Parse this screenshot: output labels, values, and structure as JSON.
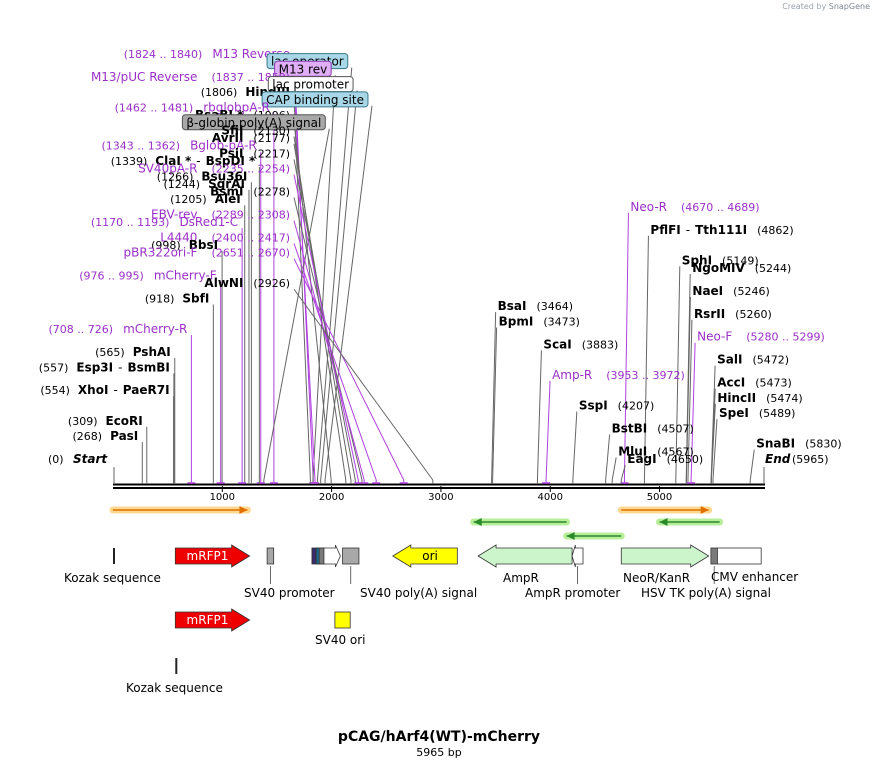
{
  "credit": {
    "prefix": "Created by",
    "brand": "SnapGene"
  },
  "title": "pCAG/hArf4(WT)-mCherry",
  "subtitle": "5965 bp",
  "ruler": {
    "total": 5965,
    "ticks": [
      1000,
      2000,
      3000,
      4000,
      5000
    ],
    "start_label": "Start",
    "start_pos": "(0)",
    "end_label": "End",
    "end_pos": "(5965)"
  },
  "colors": {
    "enzyme": "#000000",
    "primer": "#9b30c8",
    "leader_gray": "#666666",
    "leader_primer": "#b040e0",
    "feature_red": "#ee0000",
    "feature_yellow": "#ffff00",
    "feature_green": "#ccf5cc",
    "feature_gray": "#a8a8a8",
    "lac_blue": "#a8d8e8",
    "orf_orange": "#e07000",
    "orf_green": "#2a8a2a"
  },
  "annotations": [
    {
      "type": "primer",
      "name": "M13 Reverse",
      "range": "(1824 .. 1840)",
      "site": 1832,
      "order": "range-first"
    },
    {
      "type": "box_blue",
      "name": "lac operator",
      "site": 1870
    },
    {
      "type": "box_purple",
      "name": "M13 rev",
      "site": 1829
    },
    {
      "type": "primer",
      "name": "M13/pUC Reverse",
      "range": "(1837 .. 1859)",
      "site": 1848,
      "order": "name-first"
    },
    {
      "type": "box_white",
      "name": "lac promoter",
      "site": 1900
    },
    {
      "type": "enzyme",
      "name": "HindIII",
      "pos": "(1806)",
      "site": 1806,
      "order": "pos-first"
    },
    {
      "type": "box_blue",
      "name": "CAP binding site",
      "site": 1940
    },
    {
      "type": "primer",
      "name": "rbglobpA-R",
      "range": "(1462 .. 1481)",
      "site": 1472,
      "order": "range-first"
    },
    {
      "type": "enzyme",
      "name": "BsaBI",
      "star": true,
      "pos": "(1996)",
      "site": 1996,
      "order": "name-first"
    },
    {
      "type": "box_gray",
      "name": "β-globin poly(A) signal",
      "site": 1380
    },
    {
      "type": "enzyme",
      "name": "SfiI",
      "pos": "(2130)",
      "site": 2130,
      "order": "name-first"
    },
    {
      "type": "enzyme",
      "name": "AvrII",
      "pos": "(2177)",
      "site": 2177,
      "order": "name-first"
    },
    {
      "type": "primer",
      "name": "Bglob-pA-R",
      "range": "(1343 .. 1362)",
      "site": 1352,
      "order": "range-first"
    },
    {
      "type": "enzyme",
      "name": "PsiI",
      "pos": "(2217)",
      "site": 2217,
      "order": "name-first"
    },
    {
      "type": "enzyme_pair",
      "name": "ClaI",
      "star": true,
      "name2": "BspDI",
      "star2": true,
      "pos": "(1339)",
      "site": 1339,
      "order": "pos-first"
    },
    {
      "type": "primer",
      "name": "SV40pA-R",
      "range": "(2235 .. 2254)",
      "site": 2244,
      "order": "name-first"
    },
    {
      "type": "enzyme",
      "name": "Bsu36I",
      "pos": "(1266)",
      "site": 1266,
      "order": "pos-first"
    },
    {
      "type": "enzyme",
      "name": "SgrAI",
      "pos": "(1244)",
      "site": 1244,
      "order": "pos-first"
    },
    {
      "type": "enzyme",
      "name": "BsmI",
      "pos": "(2278)",
      "site": 2278,
      "order": "name-first"
    },
    {
      "type": "enzyme",
      "name": "AleI",
      "pos": "(1205)",
      "site": 1205,
      "order": "pos-first"
    },
    {
      "type": "primer",
      "name": "Neo-R",
      "range": "(4670 .. 4689)",
      "site": 4679,
      "order": "name-first"
    },
    {
      "type": "primer",
      "name": "EBV-rev",
      "range": "(2289 .. 2308)",
      "site": 2298,
      "order": "name-first"
    },
    {
      "type": "primer",
      "name": "DsRed1-C",
      "range": "(1170 .. 1193)",
      "site": 1181,
      "order": "range-first"
    },
    {
      "type": "enzyme_pair",
      "name": "PflFI",
      "name2": "Tth111I",
      "pos": "(4862)",
      "site": 4862,
      "order": "name-first"
    },
    {
      "type": "primer",
      "name": "L4440",
      "range": "(2400 .. 2417)",
      "site": 2408,
      "order": "name-first"
    },
    {
      "type": "enzyme",
      "name": "BbsI",
      "pos": "(998)",
      "site": 998,
      "order": "pos-first"
    },
    {
      "type": "primer",
      "name": "pBR322ori-F",
      "range": "(2651 .. 2670)",
      "site": 2660,
      "order": "name-first"
    },
    {
      "type": "enzyme",
      "name": "SphI",
      "pos": "(5149)",
      "site": 5149,
      "order": "name-first"
    },
    {
      "type": "enzyme",
      "name": "NgoMIV",
      "pos": "(5244)",
      "site": 5244,
      "order": "name-first"
    },
    {
      "type": "primer",
      "name": "mCherry-F",
      "range": "(976 .. 995)",
      "site": 985,
      "order": "range-first"
    },
    {
      "type": "enzyme",
      "name": "AlwNI",
      "pos": "(2926)",
      "site": 2926,
      "order": "name-first"
    },
    {
      "type": "enzyme",
      "name": "NaeI",
      "pos": "(5246)",
      "site": 5246,
      "order": "name-first"
    },
    {
      "type": "enzyme",
      "name": "SbfI",
      "pos": "(918)",
      "site": 918,
      "order": "pos-first"
    },
    {
      "type": "enzyme",
      "name": "BsaI",
      "pos": "(3464)",
      "site": 3464,
      "order": "name-first"
    },
    {
      "type": "enzyme",
      "name": "RsrII",
      "pos": "(5260)",
      "site": 5260,
      "order": "name-first"
    },
    {
      "type": "enzyme",
      "name": "BpmI",
      "pos": "(3473)",
      "site": 3473,
      "order": "name-first"
    },
    {
      "type": "primer",
      "name": "mCherry-R",
      "range": "(708 .. 726)",
      "site": 717,
      "order": "range-first"
    },
    {
      "type": "primer",
      "name": "Neo-F",
      "range": "(5280 .. 5299)",
      "site": 5289,
      "order": "name-first"
    },
    {
      "type": "enzyme",
      "name": "ScaI",
      "pos": "(3883)",
      "site": 3883,
      "order": "name-first"
    },
    {
      "type": "enzyme",
      "name": "PshAI",
      "pos": "(565)",
      "site": 565,
      "order": "pos-first"
    },
    {
      "type": "enzyme",
      "name": "SalI",
      "pos": "(5472)",
      "site": 5472,
      "order": "name-first"
    },
    {
      "type": "enzyme_pair",
      "name": "Esp3I",
      "name2": "BsmBI",
      "pos": "(557)",
      "site": 557,
      "order": "pos-first"
    },
    {
      "type": "primer",
      "name": "Amp-R",
      "range": "(3953 .. 3972)",
      "site": 3962,
      "order": "name-first"
    },
    {
      "type": "enzyme",
      "name": "AccI",
      "pos": "(5473)",
      "site": 5473,
      "order": "name-first"
    },
    {
      "type": "enzyme_pair",
      "name": "XhoI",
      "name2": "PaeR7I",
      "pos": "(554)",
      "site": 554,
      "order": "pos-first"
    },
    {
      "type": "enzyme",
      "name": "HincII",
      "pos": "(5474)",
      "site": 5474,
      "order": "name-first"
    },
    {
      "type": "enzyme",
      "name": "SspI",
      "pos": "(4207)",
      "site": 4207,
      "order": "name-first"
    },
    {
      "type": "enzyme",
      "name": "SpeI",
      "pos": "(5489)",
      "site": 5489,
      "order": "name-first"
    },
    {
      "type": "enzyme",
      "name": "EcoRI",
      "pos": "(309)",
      "site": 309,
      "order": "pos-first"
    },
    {
      "type": "enzyme",
      "name": "BstBI",
      "pos": "(4507)",
      "site": 4507,
      "order": "name-first"
    },
    {
      "type": "enzyme",
      "name": "PasI",
      "pos": "(268)",
      "site": 268,
      "order": "pos-first"
    },
    {
      "type": "enzyme",
      "name": "SnaBI",
      "pos": "(5830)",
      "site": 5830,
      "order": "name-first"
    },
    {
      "type": "enzyme",
      "name": "MluI",
      "pos": "(4567)",
      "site": 4567,
      "order": "name-first"
    },
    {
      "type": "enzyme",
      "name": "EagI",
      "pos": "(4650)",
      "site": 4650,
      "order": "name-first"
    }
  ],
  "orfs": [
    {
      "start": 0,
      "end": 1230,
      "direction": "forward",
      "color": "orange"
    },
    {
      "start": 3300,
      "end": 4150,
      "direction": "reverse",
      "color": "green"
    },
    {
      "start": 4150,
      "end": 4650,
      "direction": "reverse",
      "color": "green"
    },
    {
      "start": 4650,
      "end": 5450,
      "direction": "forward",
      "color": "orange"
    },
    {
      "start": 5000,
      "end": 5550,
      "direction": "reverse",
      "color": "green"
    }
  ],
  "features": [
    {
      "name": "mRFP1",
      "start": 570,
      "end": 1250,
      "lane": 1,
      "shape": "arrow-right",
      "color": "red",
      "label_inside": true
    },
    {
      "name": "Kozak sequence",
      "start": 0,
      "end": 12,
      "lane": 1,
      "shape": "tick",
      "label_below": true
    },
    {
      "name": "SV40 promoter",
      "start": 1410,
      "end": 1470,
      "lane": 1,
      "shape": "box",
      "color": "gray",
      "label_below": true
    },
    {
      "name": "",
      "start": 1820,
      "end": 1850,
      "lane": 1,
      "shape": "box",
      "color": "purple"
    },
    {
      "name": "",
      "start": 1858,
      "end": 1878,
      "lane": 1,
      "shape": "box",
      "color": "blue"
    },
    {
      "name": "",
      "start": 1886,
      "end": 1916,
      "lane": 1,
      "shape": "box",
      "color": "darkgray"
    },
    {
      "name": "",
      "start": 1930,
      "end": 2080,
      "lane": 1,
      "shape": "arrow-right",
      "color": "white"
    },
    {
      "name": "SV40 poly(A) signal",
      "start": 2100,
      "end": 2250,
      "lane": 1,
      "shape": "box",
      "color": "gray",
      "label_below": true
    },
    {
      "name": "ori",
      "start": 2560,
      "end": 3150,
      "lane": 1,
      "shape": "arrow-left",
      "color": "yellow",
      "label_inside": true
    },
    {
      "name": "AmpR",
      "start": 3340,
      "end": 4200,
      "lane": 1,
      "shape": "arrow-left",
      "color": "green",
      "label_below": true
    },
    {
      "name": "AmpR promoter",
      "start": 4200,
      "end": 4300,
      "lane": 1,
      "shape": "arrow-left",
      "color": "white",
      "label_below": true
    },
    {
      "name": "NeoR/KanR",
      "start": 4650,
      "end": 5450,
      "lane": 1,
      "shape": "arrow-right",
      "color": "green",
      "label_below": true
    },
    {
      "name": "HSV TK poly(A) signal",
      "start": 5470,
      "end": 5530,
      "lane": 1,
      "shape": "box",
      "color": "darkgray",
      "label_below": true
    },
    {
      "name": "CMV enhancer",
      "start": 5530,
      "end": 5930,
      "lane": 1,
      "shape": "box",
      "color": "white",
      "label_below": true
    },
    {
      "name": "mRFP1",
      "start": 570,
      "end": 1250,
      "lane": 2,
      "shape": "arrow-right",
      "color": "red",
      "label_inside": true
    },
    {
      "name": "SV40 ori",
      "start": 2030,
      "end": 2170,
      "lane": 2,
      "shape": "box",
      "color": "yellow",
      "label_below": true
    },
    {
      "name": "Kozak sequence",
      "start": 570,
      "end": 582,
      "lane": 3,
      "shape": "tick",
      "label_below": true
    }
  ]
}
